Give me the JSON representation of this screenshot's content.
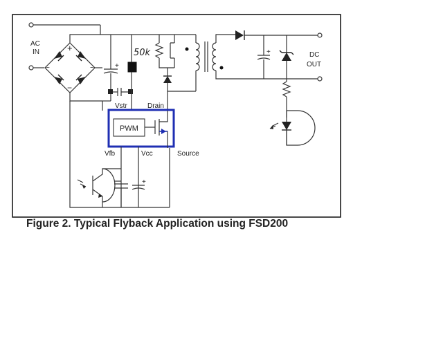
{
  "labels": {
    "ac_in_line1": "AC",
    "ac_in_line2": "IN",
    "dc_out_line1": "DC",
    "dc_out_line2": "OUT",
    "resistor_handwritten": "50k",
    "vstr": "Vstr",
    "drain": "Drain",
    "pwm": "PWM",
    "source": "Source",
    "vfb": "Vfb",
    "vcc": "Vcc",
    "bridge_plus": "+",
    "bridge_minus": "−",
    "bridge_ac_left": "~",
    "bridge_ac_right": "~",
    "cap_plus_input": "+",
    "cap_plus_output": "+",
    "cap_plus_vcc": "+"
  },
  "caption": "Figure 2. Typical Flyback Application using FSD200",
  "colors": {
    "frame": "#1a1a1a",
    "wire": "#333333",
    "ic_box": "#1f2fb3",
    "source_arrow": "#1f2fb3",
    "background": "#ffffff"
  }
}
